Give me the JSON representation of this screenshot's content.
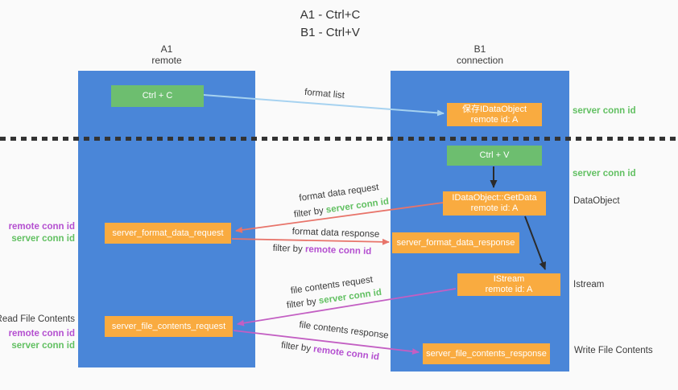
{
  "title": {
    "line1": "A1 - Ctrl+C",
    "line2": "B1 - Ctrl+V"
  },
  "columns": {
    "a1": {
      "name": "A1",
      "subtitle": "remote"
    },
    "b1": {
      "name": "B1",
      "subtitle": "connection"
    }
  },
  "nodes": {
    "ctrl_c": "Ctrl + C",
    "ctrl_v": "Ctrl + V",
    "save_dataobject": {
      "line1": "保存IDataObject",
      "line2": "remote id: A"
    },
    "getdata": {
      "line1": "IDataObject::GetData",
      "line2": "remote id: A"
    },
    "istream": {
      "line1": "IStream",
      "line2": "remote id: A"
    },
    "format_request": "server_format_data_request",
    "format_response": "server_format_data_response",
    "file_request": "server_file_contents_request",
    "file_response": "server_file_contents_response"
  },
  "edge_labels": {
    "format_list": "format list",
    "format_data_request": "format data request",
    "format_data_response": "format data response",
    "file_contents_request": "file contents request",
    "file_contents_response": "file contents response",
    "filter_by": "filter by ",
    "server_conn_id": "server conn id",
    "remote_conn_id": "remote conn id"
  },
  "side_labels": {
    "server_conn_id": "server conn id",
    "remote_conn_id": "remote conn id",
    "dataobject": "DataObject",
    "istream": "Istream",
    "read_file_contents": "Read File Contents",
    "write_file_contents": "Write File Contents"
  },
  "colors": {
    "column_blue": "#4a86d8",
    "node_green": "#6dbe6f",
    "node_orange": "#f9ab40",
    "arrow_lightblue": "#a6d2f0",
    "arrow_salmon": "#e8746a",
    "arrow_magenta": "#c35fc3",
    "arrow_black": "#2b2b2b",
    "text_green": "#62c062",
    "text_purple": "#b44fd0",
    "text_dark": "#3a3a3a",
    "background": "#fafafa"
  }
}
